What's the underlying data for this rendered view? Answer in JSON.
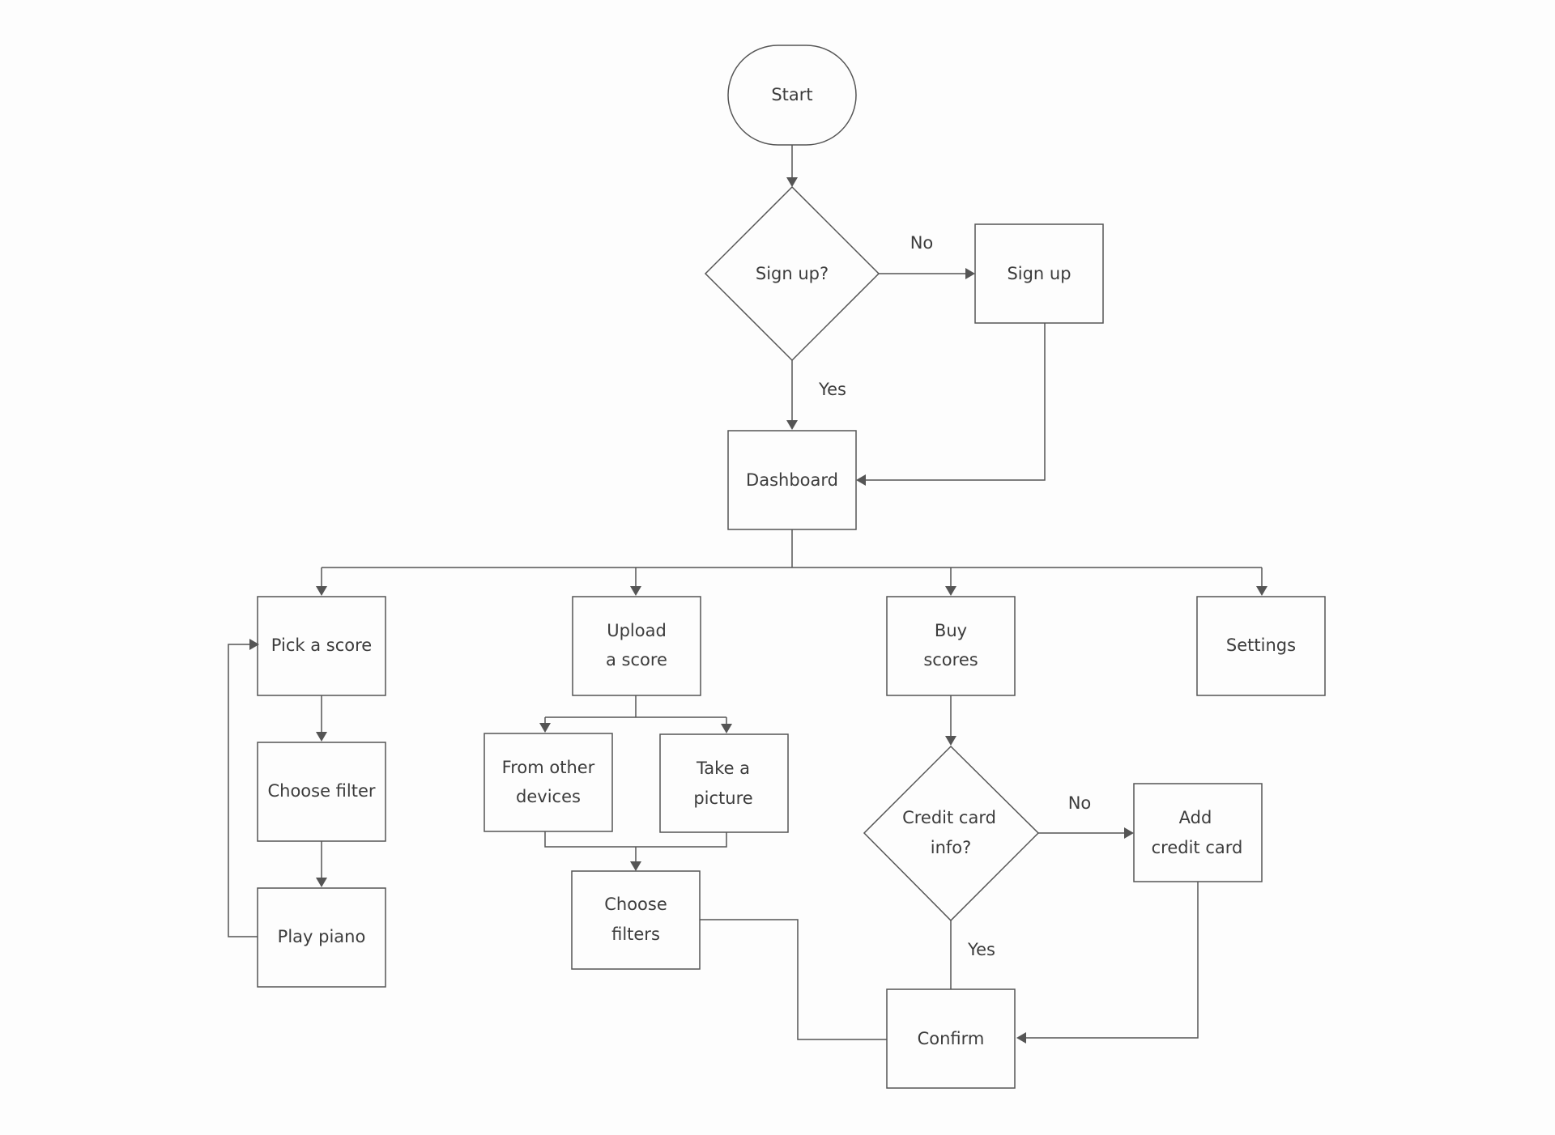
{
  "nodes": {
    "start": "Start",
    "signup_question": "Sign up?",
    "signup": "Sign up",
    "dashboard": "Dashboard",
    "pick_score": "Pick a score",
    "upload_score": [
      "Upload",
      "a score"
    ],
    "buy_scores": [
      "Buy",
      "scores"
    ],
    "settings": "Settings",
    "choose_filter": "Choose filter",
    "play_piano": "Play piano",
    "from_other_devices": [
      "From other",
      "devices"
    ],
    "take_picture": [
      "Take a",
      "picture"
    ],
    "choose_filters": [
      "Choose",
      "filters"
    ],
    "credit_card_question": [
      "Credit card",
      "info?"
    ],
    "add_credit_card": [
      "Add",
      "credit card"
    ],
    "confirm": "Confirm"
  },
  "labels": {
    "signup_no": "No",
    "signup_yes": "Yes",
    "credit_no": "No",
    "credit_yes": "Yes"
  }
}
